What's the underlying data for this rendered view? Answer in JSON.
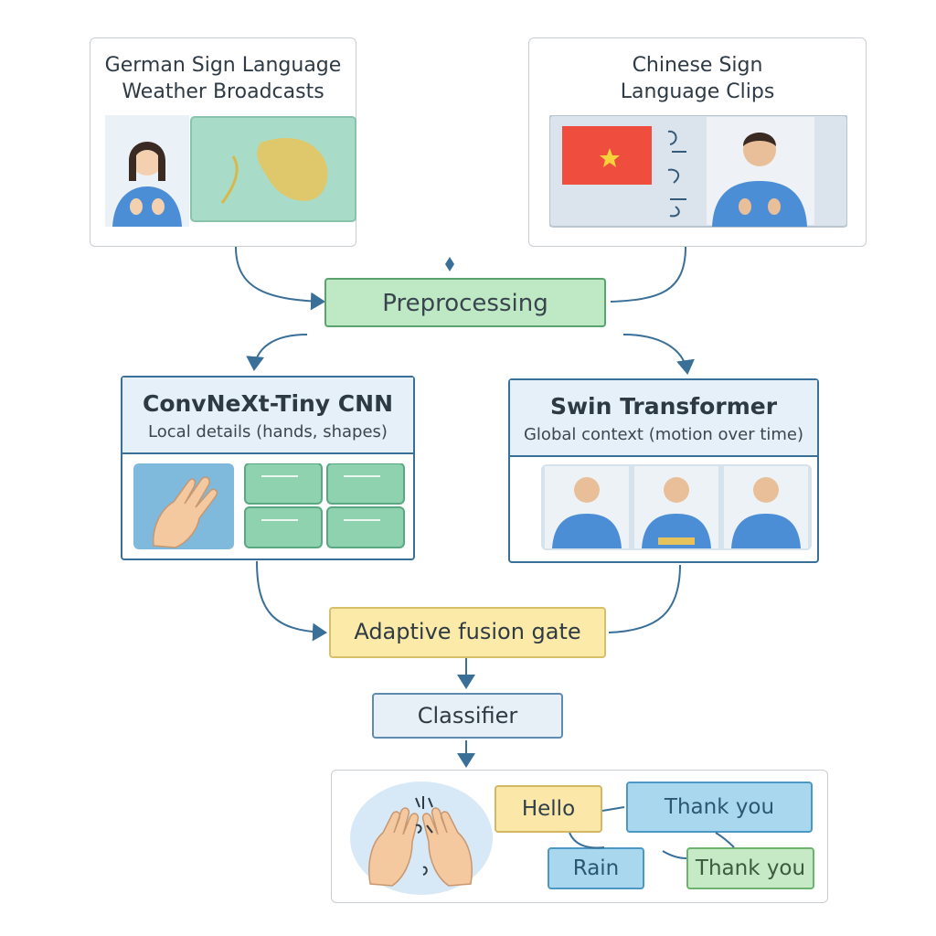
{
  "sources": {
    "german": {
      "title_line1": "German Sign Language",
      "title_line2": "Weather Broadcasts"
    },
    "chinese": {
      "title_line1": "Chinese Sign",
      "title_line2": "Language Clips"
    }
  },
  "pipeline": {
    "preprocessing": "Preprocessing",
    "cnn": {
      "title": "ConvNeXt-Tiny CNN",
      "subtitle": "Local details (hands, shapes)"
    },
    "swin": {
      "title": "Swin Transformer",
      "subtitle": "Global context (motion over time)"
    },
    "fusion": "Adaptive fusion gate",
    "classifier": "Classifier"
  },
  "outputs": {
    "hello": "Hello",
    "thank_you_1": "Thank you",
    "rain": "Rain",
    "thank_you_2": "Thank you"
  },
  "colors": {
    "arrow": "#3a6f98",
    "preprocessing": "#bfe8c4",
    "fusion": "#fbeaa8",
    "classifier": "#e8f0f7",
    "model_header": "#e6f0f8"
  }
}
